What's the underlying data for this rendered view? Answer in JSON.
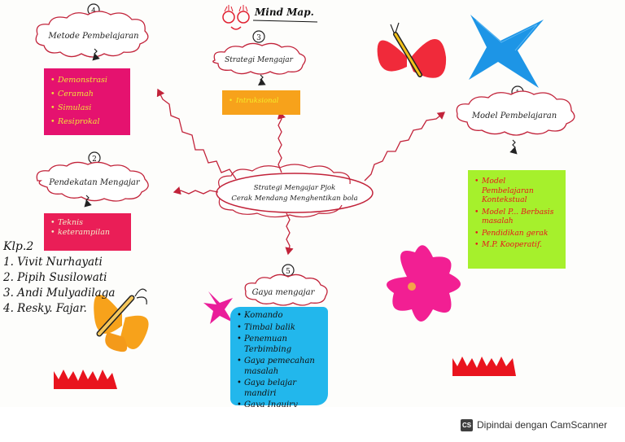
{
  "title": "Mind Map.",
  "center": {
    "line1": "Strategi Mengajar Pjok",
    "line2": "Cerak Mendang Menghentikan bola"
  },
  "nodes": {
    "metode": {
      "number": "4",
      "label": "Metode Pembelajaran",
      "items": [
        "Demonstrasi",
        "Ceramah",
        "Simulasi",
        "Resiprokal"
      ]
    },
    "strategi": {
      "number": "3",
      "label": "Strategi Mengajar",
      "items": [
        "Intruksional"
      ]
    },
    "pendekatan": {
      "number": "2",
      "label": "Pendekatan Mengajar",
      "items": [
        "Teknis",
        "keterampilan"
      ]
    },
    "model": {
      "number": "1",
      "label": "Model Pembelajaran",
      "items": [
        "Model Pembelajaran Kontekstual",
        "Model P... Berbasis masalah",
        "Pendidikan gerak",
        "M.P. Kooperatif."
      ]
    },
    "gaya": {
      "number": "5",
      "label": "Gaya mengajar",
      "items": [
        "Komando",
        "Timbal balik",
        "Penemuan Terbimbing",
        "Gaya pemecahan masalah",
        "Gaya belajar mandiri",
        "Gaya Inquiry"
      ]
    }
  },
  "group": {
    "label": "Klp.2",
    "members": [
      "1. Vivit Nurhayati",
      "2. Pipih Susilowati",
      "3. Andi Mulyadilaga",
      "4. Resky. Fajar."
    ]
  },
  "footer": {
    "cs_mark": "CS",
    "text": "Dipindai dengan CamScanner"
  },
  "colors": {
    "metode_card": "#e5126f",
    "strategi_card": "#f7a21b",
    "pendekatan_card": "#ea1e57",
    "model_card": "#a6f02c",
    "gaya_card": "#22b7ec",
    "arrow": "#c2233a"
  }
}
